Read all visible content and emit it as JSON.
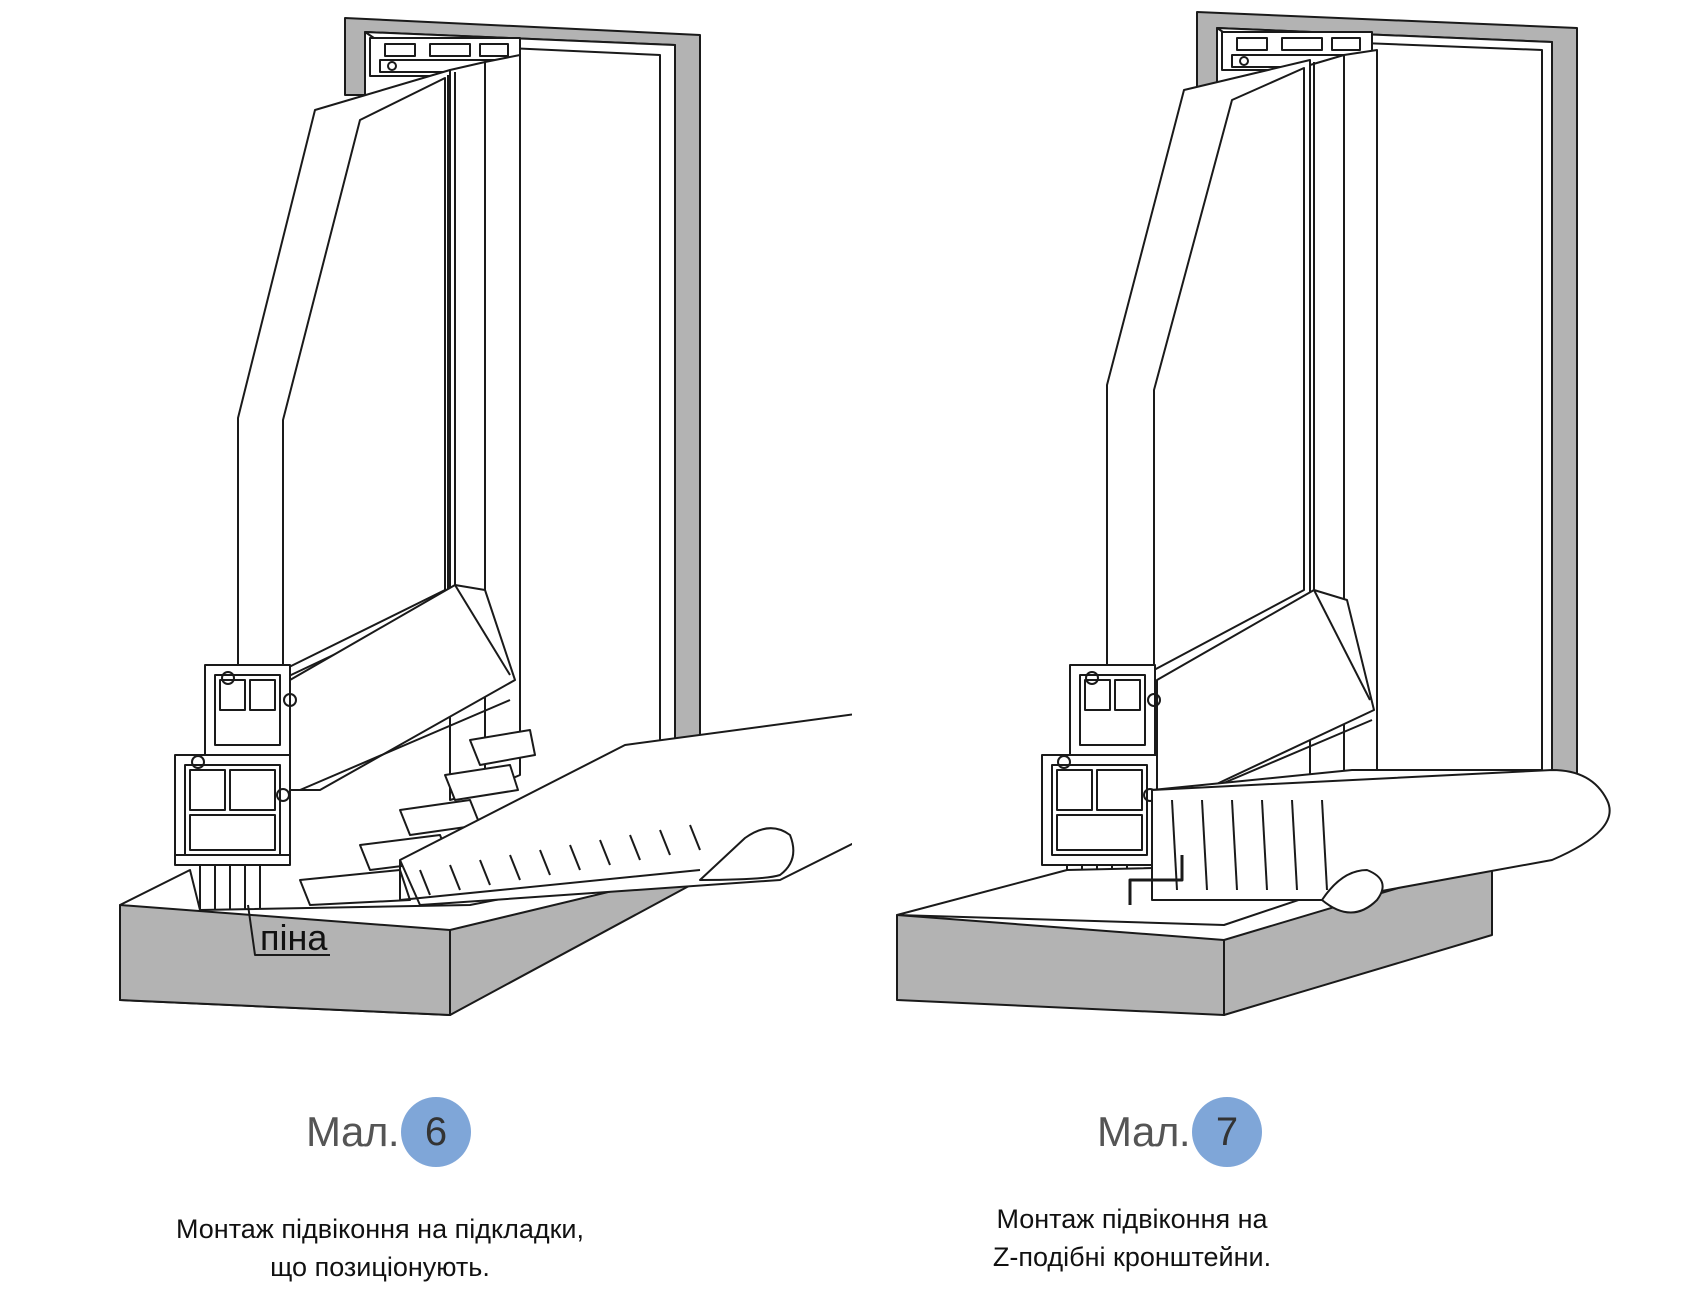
{
  "figures": [
    {
      "id": "left",
      "number_label": "Мал.",
      "number": "6",
      "annotation": "піна",
      "description_lines": [
        "Монтаж підвіконня на підкладки,",
        "що позиціонують."
      ]
    },
    {
      "id": "right",
      "number_label": "Мал.",
      "number": "7",
      "description_lines": [
        "Монтаж підвіконня на",
        "Z-подібні кронштейни."
      ]
    }
  ],
  "colors": {
    "wall_gray": "#b3b3b3",
    "line": "#1a1a1a",
    "badge_blue": "#7fa6d8",
    "white": "#ffffff"
  }
}
